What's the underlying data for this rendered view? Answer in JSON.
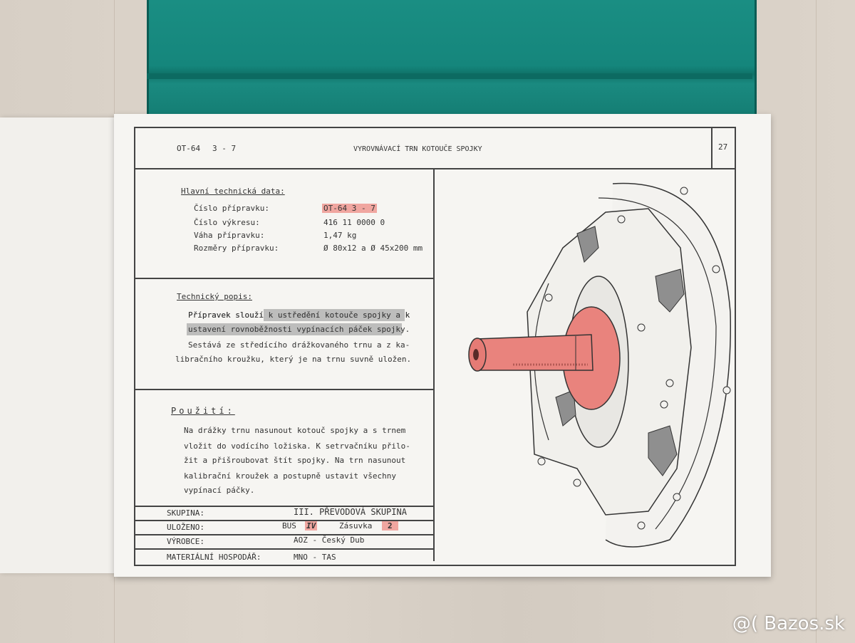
{
  "header": {
    "code": "OT-64",
    "code_num": "3 - 7",
    "title": "VYROVNÁVACÍ TRN KOTOUČE SPOJKY",
    "page_number": "27"
  },
  "tech_data": {
    "heading": "Hlavní technická data:",
    "rows": [
      {
        "label": "Číslo přípravku:",
        "value": "OT-64  3 - 7"
      },
      {
        "label": "Číslo výkresu:",
        "value": "416 11 0000 0"
      },
      {
        "label": "Váha přípravku:",
        "value": "1,47 kg"
      },
      {
        "label": "Rozměry přípravku:",
        "value": "Ø 80x12 a Ø 45x200 mm"
      }
    ]
  },
  "description": {
    "heading": "Technický popis:",
    "lines": [
      "Přípravek slouží k ustředění kotouče spojky a k",
      "ustavení rovnoběžnosti vypínacích páček spojky.",
      "Sestává ze středícího drážkovaného trnu a z ka-",
      "libračního kroužku, který je na trnu suvně uložen."
    ]
  },
  "usage": {
    "heading": "Použití:",
    "lines": [
      "Na drážky trnu nasunout kotouč spojky a s trnem",
      "vložit do vodícího ložiska. K setrvačníku přilo-",
      "žit a přišroubovat štít spojky. Na trn nasunout",
      "kalibrační kroužek a postupně ustavit všechny",
      "vypínací páčky."
    ]
  },
  "footer": {
    "skupina_label": "SKUPINA:",
    "skupina_value": "III. PŘEVODOVÁ SKUPINA",
    "ulozeno_label": "ULOŽENO:",
    "bus_label": "BUS",
    "bus_value": "IV",
    "zasuvka_label": "Zásuvka",
    "zasuvka_value": "2",
    "vyrobce_label": "VÝROBCE:",
    "vyrobce_value": "AOZ - Český Dub",
    "material_label": "MATERIÁLNÍ HOSPODÁŘ:",
    "material_value": "MNO - TAS"
  },
  "watermark": "@( Bazos.sk",
  "colors": {
    "binder": "#15867c",
    "highlight_red": "#f0a6a0",
    "highlight_grey": "#a9a9a9",
    "drawing_pink": "#e9837d"
  }
}
